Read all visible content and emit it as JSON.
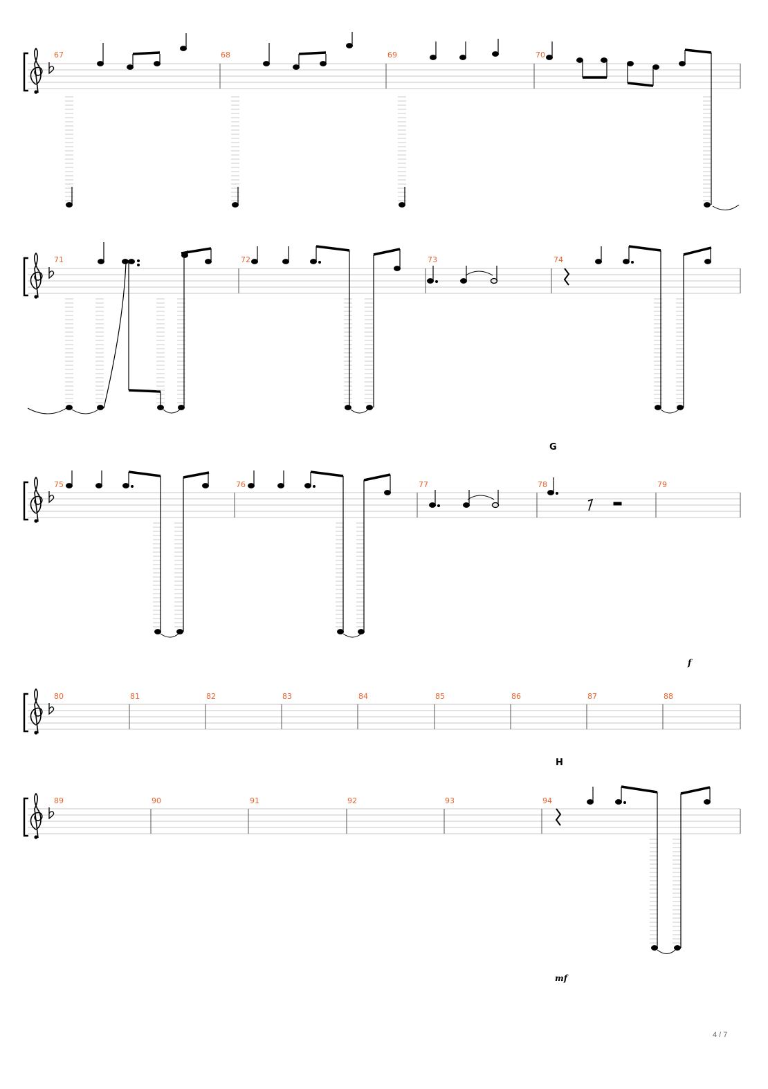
{
  "document": {
    "type": "sheet music score",
    "clef": "treble",
    "key_signature": "B-flat (1 flat)"
  },
  "systems": [
    {
      "measures": [
        "67",
        "68",
        "69",
        "70"
      ]
    },
    {
      "measures": [
        "71",
        "72",
        "73",
        "74"
      ]
    },
    {
      "measures": [
        "75",
        "76",
        "77",
        "78",
        "79"
      ],
      "rehearsal_mark": "G"
    },
    {
      "measures": [
        "80",
        "81",
        "82",
        "83",
        "84",
        "85",
        "86",
        "87",
        "88"
      ],
      "dynamic_above": "f"
    },
    {
      "measures": [
        "89",
        "90",
        "91",
        "92",
        "93",
        "94"
      ],
      "rehearsal_mark": "H",
      "dynamic_below": "mf"
    }
  ],
  "colors": {
    "measure_number": "#e8622c",
    "staff_line": "#b5b5b5",
    "ink": "#000000"
  },
  "footer": {
    "page_number": "4 / 7"
  }
}
